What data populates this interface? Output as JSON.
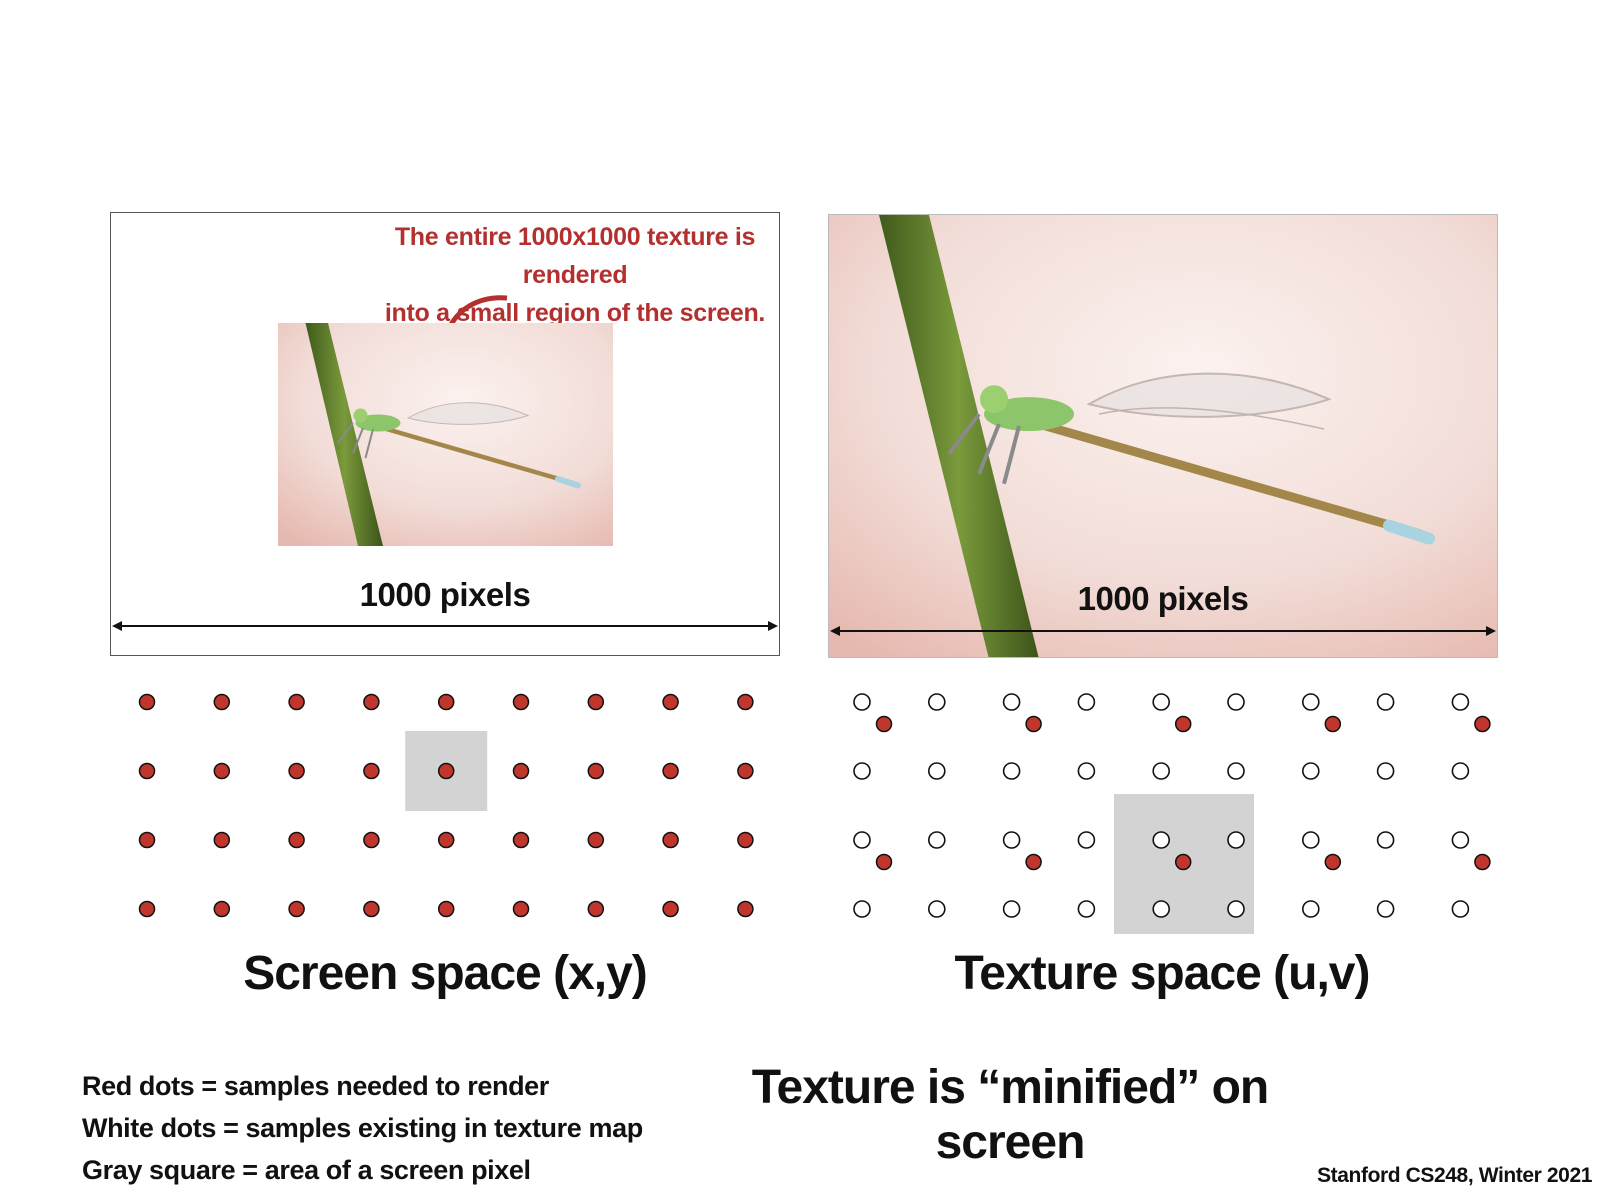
{
  "callout": {
    "line1": "The entire 1000x1000 texture is rendered",
    "line2": "into a small region of the screen."
  },
  "screen_panel": {
    "width_label": "1000 pixels",
    "title": "Screen space (x,y)"
  },
  "texture_panel": {
    "width_label": "1000 pixels",
    "title": "Texture space (u,v)"
  },
  "legend": {
    "red": "Red dots = samples needed to render",
    "white": "White dots = samples existing in texture map",
    "gray": "Gray square = area of a screen pixel"
  },
  "main_message": "Texture is “minified” on screen",
  "credit": "Stanford CS248, Winter 2021",
  "colors": {
    "red_dot": "#c0362c",
    "gray_square": "#d3d3d3",
    "callout_red": "#b3302f",
    "stem_green": "#5a7a2a",
    "bg_pink": "#f2d8d4"
  }
}
